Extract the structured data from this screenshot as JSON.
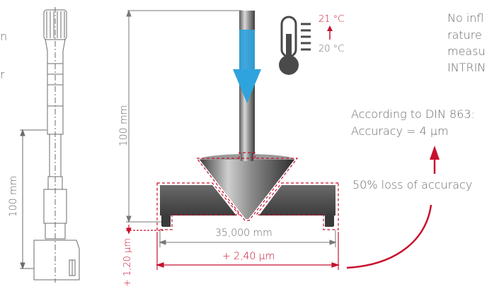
{
  "left_scale_label": "100 mm",
  "center_scale_label": "100 mm",
  "temperature": {
    "high": "21 °C",
    "low": "20 °C"
  },
  "note_partial": {
    "line1": "No infl",
    "line2": "rature",
    "line3": "measu",
    "line4": "INTRIN"
  },
  "standard": {
    "line1": "According to DIN 863:",
    "line2": "Accuracy = 4 µm"
  },
  "loss_label": "50% loss of accuracy",
  "dimension_width": "35,000 mm",
  "dimension_expansion": "+ 2,40 µm",
  "dimension_vertical": "+ 1,20 µm",
  "left_fragments": [
    "n",
    "r"
  ],
  "colors": {
    "accent_red": "#c8102e",
    "arrow_blue": "#2fa3dd",
    "metal_dark": "#4a4a4a",
    "line_gray": "#777777"
  }
}
